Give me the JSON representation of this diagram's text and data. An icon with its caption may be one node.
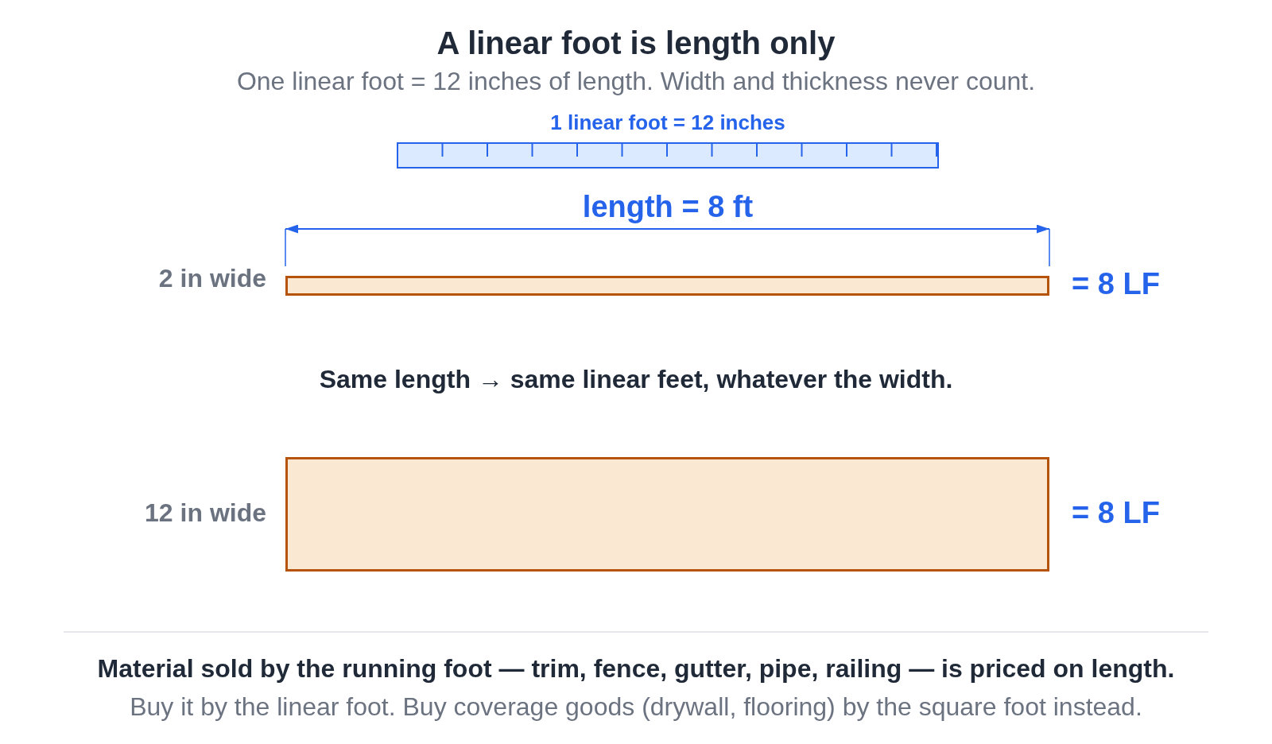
{
  "diagram": {
    "title": "A linear foot is length only",
    "nodes": [
      {
        "text": [],
        "shape": "ruler",
        "beside": [
          "1 linear foot = 12 inches"
        ]
      },
      {
        "text": [],
        "shape": "bar",
        "beside": [
          "2 in wide",
          "= 8 LF"
        ]
      },
      {
        "text": [],
        "shape": "bar",
        "beside": [
          "12 in wide",
          "= 8 LF"
        ]
      }
    ],
    "labels": [
      "One linear foot = 12 inches of length. Width and thickness never count.",
      "length = 8 ft",
      "Same length → same linear feet, whatever the width.",
      "Material sold by the running foot — trim, fence, gutter, pipe, railing — is priced on length.",
      "Buy it by the linear foot. Buy coverage goods (drywall, flooring) by the square foot instead."
    ]
  }
}
